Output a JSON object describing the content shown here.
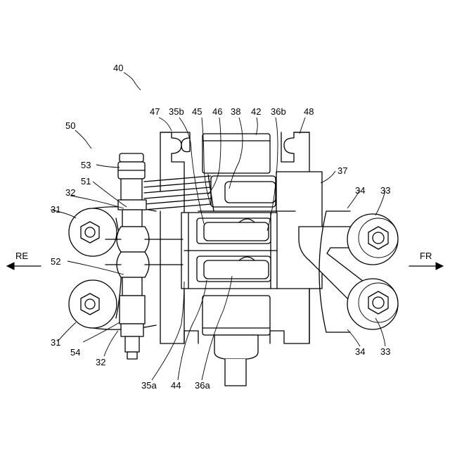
{
  "figure": {
    "labels": {
      "l40": "40",
      "l50": "50",
      "l47": "47",
      "l35b": "35b",
      "l45": "45",
      "l46": "46",
      "l38": "38",
      "l42": "42",
      "l36b": "36b",
      "l48": "48",
      "l37": "37",
      "l53": "53",
      "l51": "51",
      "l32_top": "32",
      "l31_top": "31",
      "l34_top": "34",
      "l33_top": "33",
      "l52": "52",
      "l31_bottom": "31",
      "l54": "54",
      "l32_bottom": "32",
      "l35a": "35a",
      "l44": "44",
      "l36a": "36a",
      "l34_bottom": "34",
      "l33_bottom": "33"
    },
    "directions": {
      "rear": "RE",
      "front": "FR"
    }
  }
}
